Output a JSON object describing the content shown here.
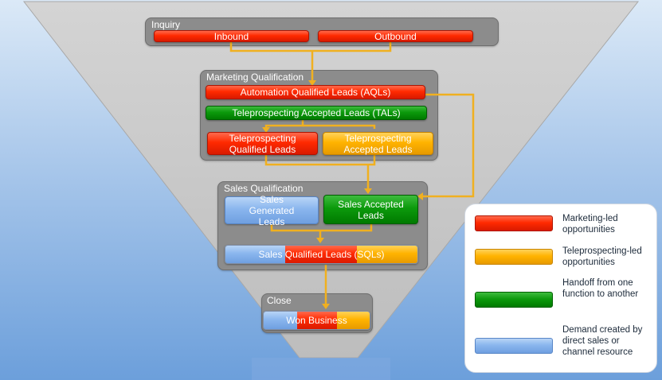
{
  "colors": {
    "red": "#ff2a00",
    "green": "#0c9a0c",
    "orange": "#ffb300",
    "blue": "#8ab6ee",
    "connector": "#f0b020",
    "funnel": "#c4c4c4",
    "panel": "#8c8c8c"
  },
  "inquiry": {
    "title": "Inquiry",
    "inbound": "Inbound",
    "outbound": "Outbound"
  },
  "marketing": {
    "title": "Marketing Qualification",
    "aqls": "Automation Qualified Leads (AQLs)",
    "tals": "Teleprospecting Accepted Leads (TALs)",
    "tql": "Teleprospecting Qualified Leads",
    "tal": "Teleprospecting Accepted Leads"
  },
  "sales": {
    "title": "Sales Qualification",
    "sgl": "Sales Generated Leads",
    "sal": "Sales Accepted Leads",
    "sql": "Sales Qualified Leads (SQLs)"
  },
  "close": {
    "title": "Close",
    "won": "Won Business"
  },
  "legend": [
    {
      "color": "red",
      "text": "Marketing-led opportunities"
    },
    {
      "color": "orange",
      "text": "Teleprospecting-led opportunities"
    },
    {
      "color": "green",
      "text": "Handoff from one function to another"
    },
    {
      "color": "blue",
      "text": "Demand created by direct sales or channel resource"
    }
  ]
}
